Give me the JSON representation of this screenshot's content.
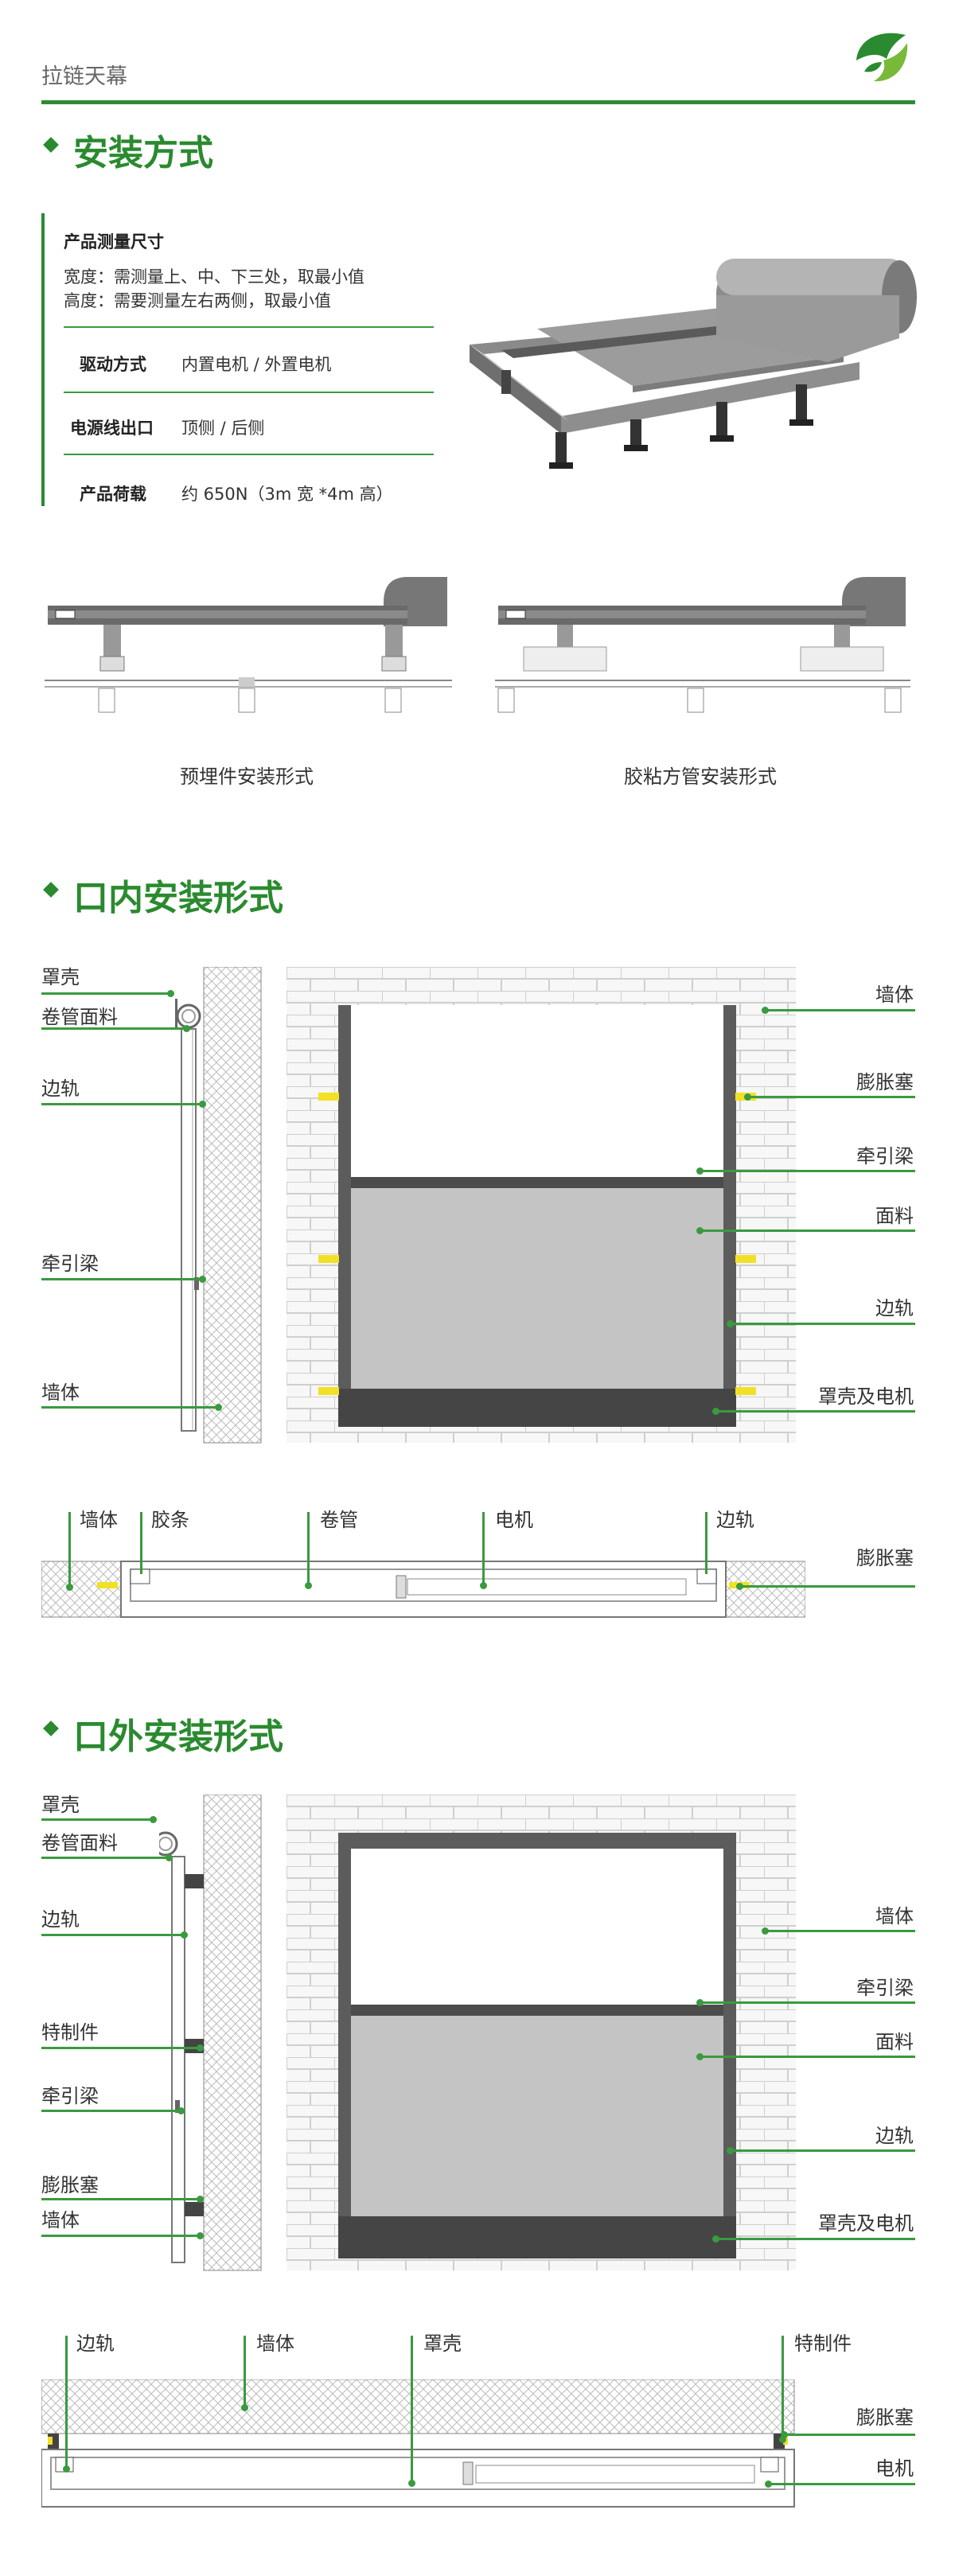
{
  "header": {
    "title": "拉链天幕"
  },
  "section1": {
    "title": "安装方式",
    "measure_title": "产品测量尺寸",
    "measure_width": "宽度：需测量上、中、下三处，取最小值",
    "measure_height": "高度：需要测量左右两侧，取最小值",
    "rows": [
      {
        "label": "驱动方式",
        "value": "内置电机 / 外置电机"
      },
      {
        "label": "电源线出口",
        "value": "顶侧 / 后侧"
      },
      {
        "label": "产品荷载",
        "value": "约 650N（3m 宽 *4m 高）"
      }
    ],
    "caption_left": "预埋件安装形式",
    "caption_right": "胶粘方管安装形式"
  },
  "section2": {
    "title": "口内安装形式",
    "side_labels": [
      "罩壳",
      "卷管面料",
      "边轨",
      "牵引梁",
      "墙体"
    ],
    "front_labels": [
      "墙体",
      "膨胀塞",
      "牵引梁",
      "面料",
      "边轨",
      "罩壳及电机"
    ],
    "plan_labels": [
      "墙体",
      "胶条",
      "卷管",
      "电机",
      "边轨",
      "膨胀塞"
    ]
  },
  "section3": {
    "title": "口外安装形式",
    "side_labels": [
      "罩壳",
      "卷管面料",
      "边轨",
      "特制件",
      "牵引梁",
      "膨胀塞",
      "墙体"
    ],
    "front_labels": [
      "墙体",
      "牵引梁",
      "面料",
      "边轨",
      "罩壳及电机"
    ],
    "plan_labels": [
      "边轨",
      "墙体",
      "罩壳",
      "特制件",
      "膨胀塞",
      "电机"
    ]
  },
  "colors": {
    "accent": "#2a8a2f",
    "frame": "#555555",
    "fabric": "#c4c4c4",
    "shell": "#454545",
    "plug": "#f2e027"
  },
  "icons": {
    "logo": "leaf-logo-icon",
    "bullet": "diamond-icon"
  }
}
